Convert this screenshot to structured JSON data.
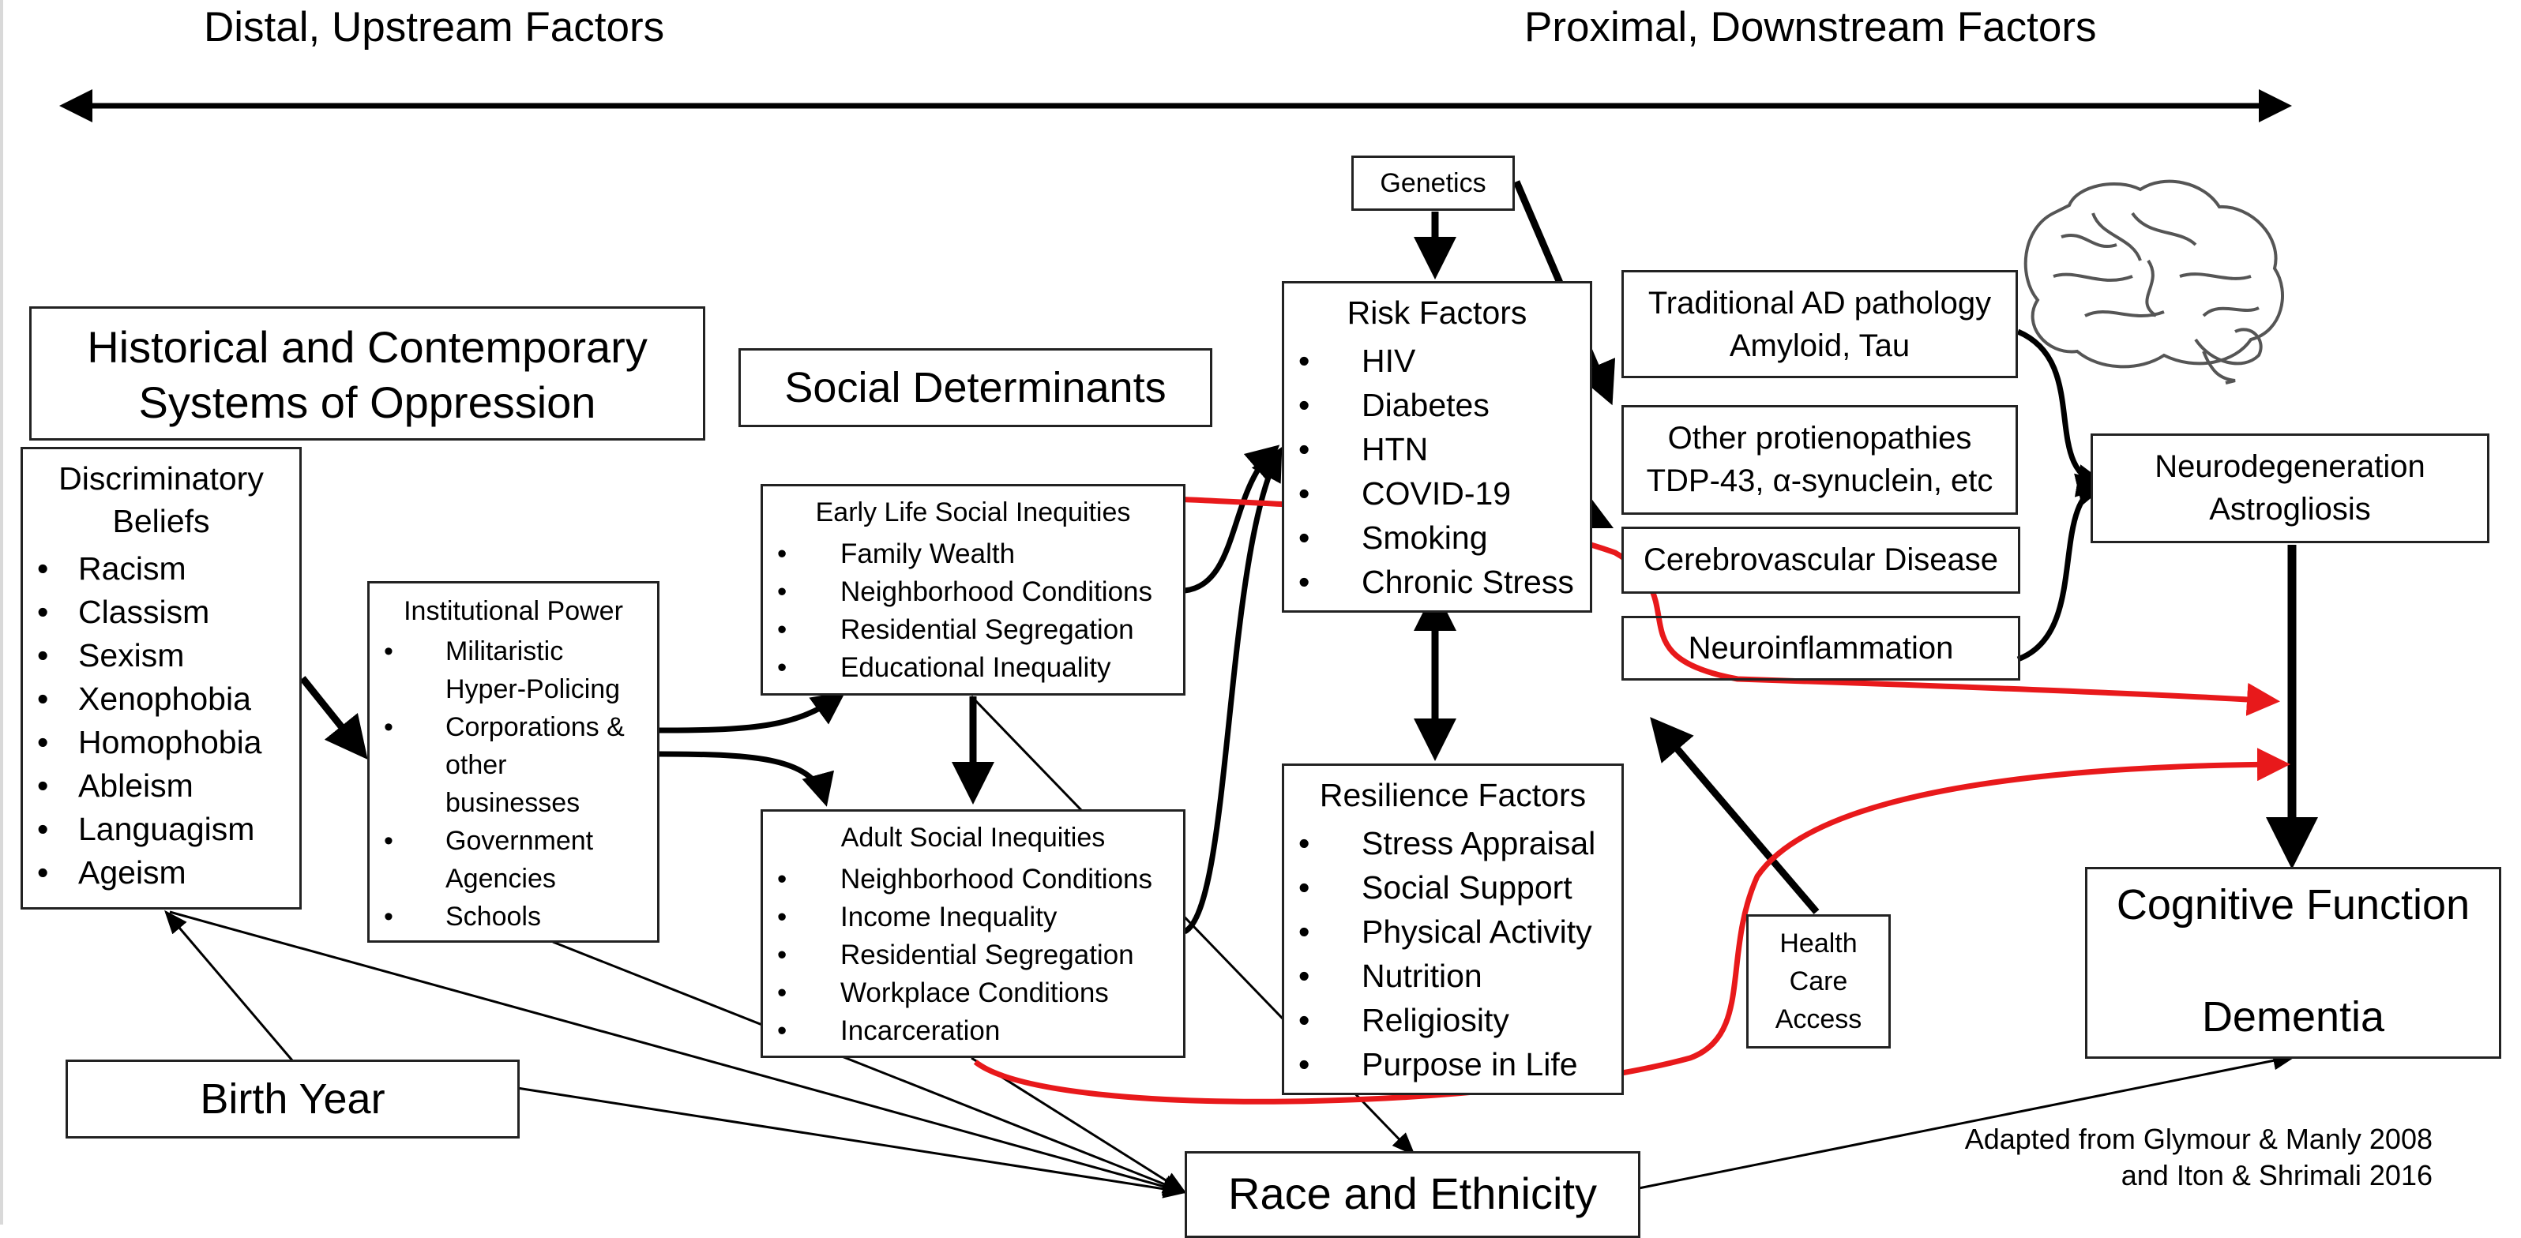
{
  "headings": {
    "distal": "Distal, Upstream Factors",
    "proximal": "Proximal, Downstream Factors"
  },
  "oppression": {
    "title_line1": "Historical and Contemporary",
    "title_line2": "Systems of Oppression"
  },
  "social_determinants": {
    "title": "Social Determinants"
  },
  "discriminatory_beliefs": {
    "title_line1": "Discriminatory",
    "title_line2": "Beliefs",
    "items": [
      "Racism",
      "Classism",
      "Sexism",
      "Xenophobia",
      "Homophobia",
      "Ableism",
      "Languagism",
      "Ageism"
    ]
  },
  "institutional_power": {
    "title": "Institutional Power",
    "items": [
      "Militaristic",
      "Hyper-Policing",
      "Corporations &",
      "other",
      "businesses",
      "Government",
      "Agencies",
      "Schools"
    ]
  },
  "early_life": {
    "title": "Early Life Social Inequities",
    "items": [
      "Family Wealth",
      "Neighborhood Conditions",
      "Residential Segregation",
      "Educational Inequality"
    ]
  },
  "adult": {
    "title": "Adult Social Inequities",
    "items": [
      "Neighborhood Conditions",
      "Income Inequality",
      "Residential Segregation",
      "Workplace Conditions",
      "Incarceration"
    ]
  },
  "genetics": {
    "label": "Genetics"
  },
  "risk_factors": {
    "title": "Risk Factors",
    "items": [
      "HIV",
      "Diabetes",
      "HTN",
      "COVID-19",
      "Smoking",
      "Chronic Stress"
    ]
  },
  "resilience_factors": {
    "title": "Resilience Factors",
    "items": [
      "Stress Appraisal",
      "Social Support",
      "Physical Activity",
      "Nutrition",
      "Religiosity",
      "Purpose in Life"
    ]
  },
  "traditional_ad": {
    "title": "Traditional AD pathology",
    "subtitle": "Amyloid, Tau"
  },
  "other_protein": {
    "title": "Other protienopathies",
    "subtitle": "TDP-43, α-synuclein, etc"
  },
  "cerebrovascular": {
    "label": "Cerebrovascular Disease"
  },
  "neuroinflammation": {
    "label": "Neuroinflammation"
  },
  "neurodegeneration": {
    "line1": "Neurodegeneration",
    "line2": "Astrogliosis"
  },
  "cognitive": {
    "line1": "Cognitive Function",
    "line2": "Dementia"
  },
  "health_care": {
    "line1": "Health",
    "line2": "Care",
    "line3": "Access"
  },
  "birth_year": {
    "label": "Birth Year"
  },
  "race": {
    "label": "Race and Ethnicity"
  },
  "citation": {
    "line1": "Adapted from Glymour & Manly 2008",
    "line2": "and Iton & Shrimali 2016"
  },
  "colors": {
    "arrow": "#000000",
    "highlight": "#e8191b",
    "border": "#222222"
  }
}
